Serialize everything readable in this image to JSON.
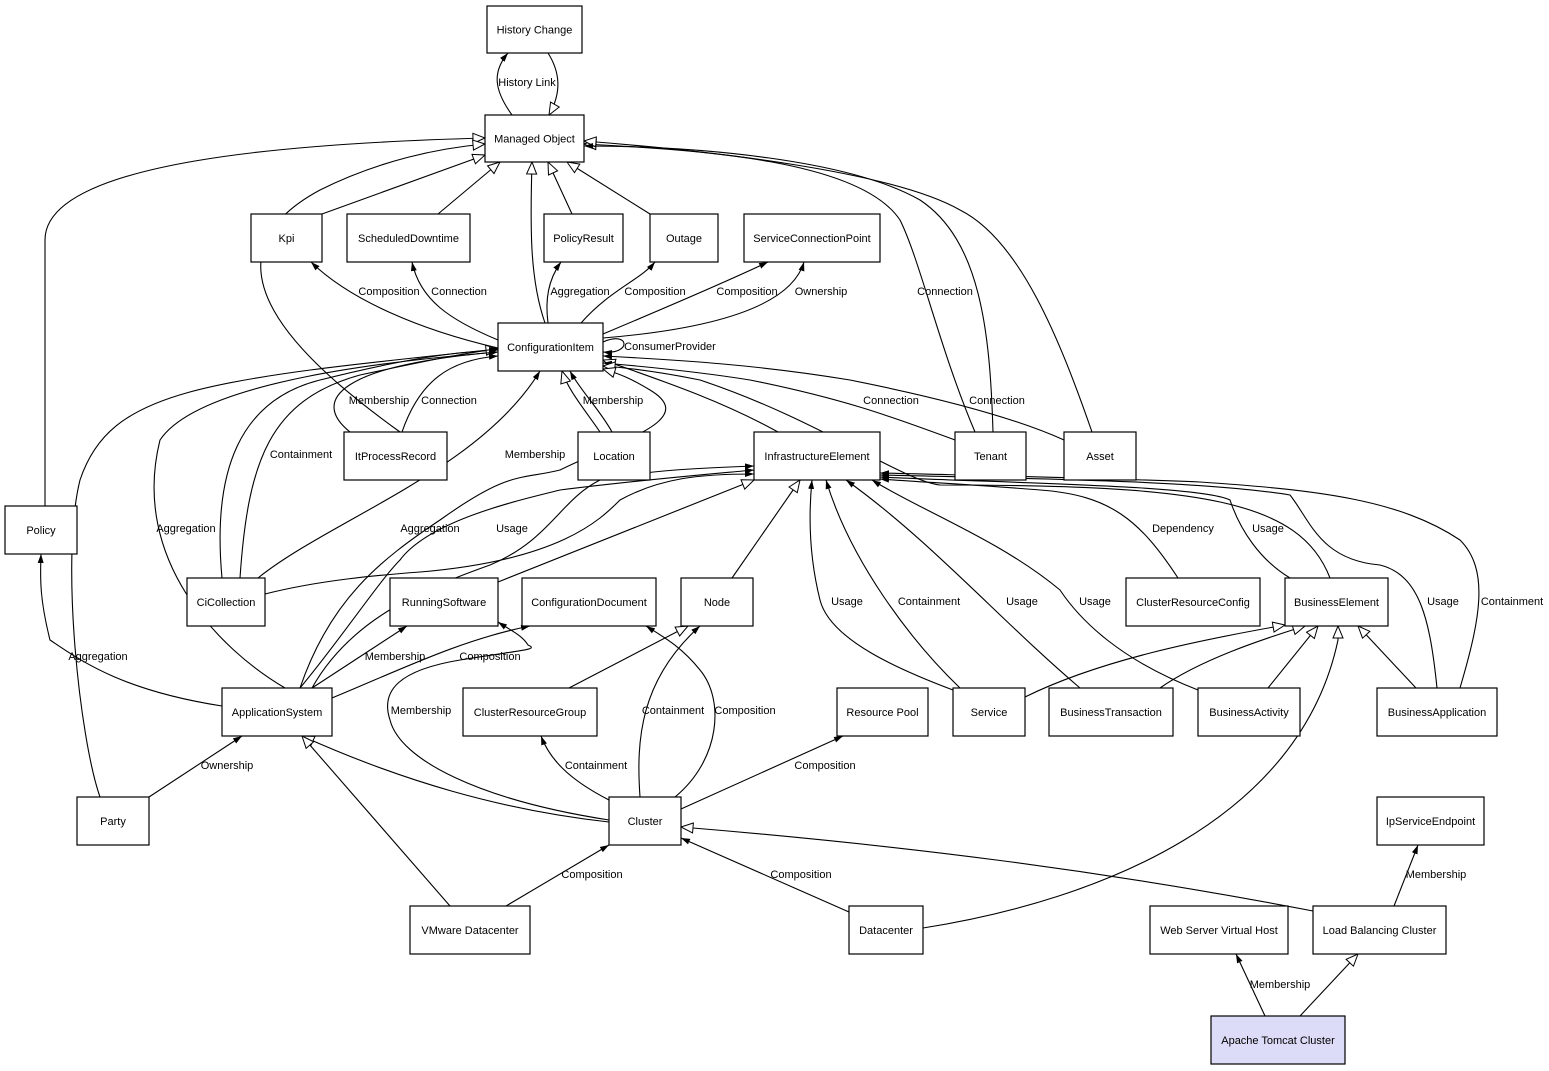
{
  "diagram": {
    "type": "class-relationship-graph",
    "colors": {
      "node_fill": "#ffffff",
      "node_stroke": "#000000",
      "highlight_fill": "#dcdcf8",
      "edge": "#000000"
    },
    "nodes": [
      {
        "id": "history_change",
        "label": "History Change"
      },
      {
        "id": "managed_object",
        "label": "Managed Object"
      },
      {
        "id": "kpi",
        "label": "Kpi"
      },
      {
        "id": "scheduled_downtime",
        "label": "ScheduledDowntime"
      },
      {
        "id": "policy_result",
        "label": "PolicyResult"
      },
      {
        "id": "outage",
        "label": "Outage"
      },
      {
        "id": "service_connection_point",
        "label": "ServiceConnectionPoint"
      },
      {
        "id": "configuration_item",
        "label": "ConfigurationItem"
      },
      {
        "id": "it_process_record",
        "label": "ItProcessRecord"
      },
      {
        "id": "location",
        "label": "Location"
      },
      {
        "id": "infrastructure_element",
        "label": "InfrastructureElement"
      },
      {
        "id": "tenant",
        "label": "Tenant"
      },
      {
        "id": "asset",
        "label": "Asset"
      },
      {
        "id": "policy",
        "label": "Policy"
      },
      {
        "id": "ci_collection",
        "label": "CiCollection"
      },
      {
        "id": "running_software",
        "label": "RunningSoftware"
      },
      {
        "id": "configuration_document",
        "label": "ConfigurationDocument"
      },
      {
        "id": "node",
        "label": "Node"
      },
      {
        "id": "cluster_resource_config",
        "label": "ClusterResourceConfig"
      },
      {
        "id": "business_element",
        "label": "BusinessElement"
      },
      {
        "id": "application_system",
        "label": "ApplicationSystem"
      },
      {
        "id": "cluster_resource_group",
        "label": "ClusterResourceGroup"
      },
      {
        "id": "resource_pool",
        "label": "Resource Pool"
      },
      {
        "id": "service",
        "label": "Service"
      },
      {
        "id": "business_transaction",
        "label": "BusinessTransaction"
      },
      {
        "id": "business_activity",
        "label": "BusinessActivity"
      },
      {
        "id": "business_application",
        "label": "BusinessApplication"
      },
      {
        "id": "party",
        "label": "Party"
      },
      {
        "id": "cluster",
        "label": "Cluster"
      },
      {
        "id": "ip_service_endpoint",
        "label": "IpServiceEndpoint"
      },
      {
        "id": "vmware_datacenter",
        "label": "VMware Datacenter"
      },
      {
        "id": "datacenter",
        "label": "Datacenter"
      },
      {
        "id": "web_server_virtual_host",
        "label": "Web Server Virtual Host"
      },
      {
        "id": "load_balancing_cluster",
        "label": "Load Balancing Cluster"
      },
      {
        "id": "apache_tomcat_cluster",
        "label": "Apache Tomcat Cluster",
        "highlighted": true
      }
    ],
    "edges": [
      {
        "from": "managed_object",
        "to": "history_change",
        "label": "History Link",
        "kind": "association"
      },
      {
        "from": "history_change",
        "to": "managed_object",
        "label": "",
        "kind": "inheritance"
      },
      {
        "from": "policy",
        "to": "managed_object",
        "label": "",
        "kind": "inheritance"
      },
      {
        "from": "it_process_record",
        "to": "managed_object",
        "label": "",
        "kind": "inheritance"
      },
      {
        "from": "kpi",
        "to": "managed_object",
        "label": "",
        "kind": "inheritance"
      },
      {
        "from": "scheduled_downtime",
        "to": "managed_object",
        "label": "",
        "kind": "inheritance"
      },
      {
        "from": "configuration_item",
        "to": "managed_object",
        "label": "",
        "kind": "inheritance"
      },
      {
        "from": "policy_result",
        "to": "managed_object",
        "label": "",
        "kind": "inheritance"
      },
      {
        "from": "outage",
        "to": "managed_object",
        "label": "",
        "kind": "inheritance"
      },
      {
        "from": "tenant",
        "to": "managed_object",
        "label": "",
        "kind": "inheritance"
      },
      {
        "from": "asset",
        "to": "managed_object",
        "label": "",
        "kind": "inheritance"
      },
      {
        "from": "tenant",
        "to": "managed_object",
        "label": "Connection",
        "kind": "association"
      },
      {
        "from": "configuration_item",
        "to": "kpi",
        "label": "Composition",
        "kind": "association"
      },
      {
        "from": "configuration_item",
        "to": "scheduled_downtime",
        "label": "Connection",
        "kind": "association"
      },
      {
        "from": "configuration_item",
        "to": "policy_result",
        "label": "Aggregation",
        "kind": "association"
      },
      {
        "from": "configuration_item",
        "to": "outage",
        "label": "Composition",
        "kind": "association"
      },
      {
        "from": "configuration_item",
        "to": "service_connection_point",
        "label": "Composition",
        "kind": "association"
      },
      {
        "from": "configuration_item",
        "to": "service_connection_point",
        "label": "Ownership",
        "kind": "association"
      },
      {
        "from": "configuration_item",
        "to": "configuration_item",
        "label": "ConsumerProvider",
        "kind": "association"
      },
      {
        "from": "it_process_record",
        "to": "configuration_item",
        "label": "Membership",
        "kind": "association"
      },
      {
        "from": "it_process_record",
        "to": "configuration_item",
        "label": "Connection",
        "kind": "association"
      },
      {
        "from": "location",
        "to": "configuration_item",
        "label": "",
        "kind": "inheritance"
      },
      {
        "from": "location",
        "to": "configuration_item",
        "label": "Membership",
        "kind": "association"
      },
      {
        "from": "ci_collection",
        "to": "configuration_item",
        "label": "Containment",
        "kind": "association"
      },
      {
        "from": "ci_collection",
        "to": "configuration_item",
        "label": "",
        "kind": "inheritance"
      },
      {
        "from": "ci_collection",
        "to": "configuration_item",
        "label": "Membership",
        "kind": "association"
      },
      {
        "from": "application_system",
        "to": "configuration_item",
        "label": "Aggregation",
        "kind": "association"
      },
      {
        "from": "party",
        "to": "configuration_item",
        "label": "",
        "kind": "association"
      },
      {
        "from": "infrastructure_element",
        "to": "configuration_item",
        "label": "",
        "kind": "inheritance"
      },
      {
        "from": "tenant",
        "to": "configuration_item",
        "label": "Connection",
        "kind": "association"
      },
      {
        "from": "asset",
        "to": "configuration_item",
        "label": "Connection",
        "kind": "association"
      },
      {
        "from": "business_element",
        "to": "configuration_item",
        "label": "",
        "kind": "inheritance"
      },
      {
        "from": "application_system",
        "to": "configuration_item",
        "label": "",
        "kind": "inheritance"
      },
      {
        "from": "application_system",
        "to": "policy",
        "label": "Aggregation",
        "kind": "association"
      },
      {
        "from": "application_system",
        "to": "infrastructure_element",
        "label": "Aggregation",
        "kind": "association"
      },
      {
        "from": "application_system",
        "to": "infrastructure_element",
        "label": "Usage",
        "kind": "association"
      },
      {
        "from": "ci_collection",
        "to": "infrastructure_element",
        "label": "",
        "kind": "association"
      },
      {
        "from": "running_software",
        "to": "infrastructure_element",
        "label": "",
        "kind": "inheritance"
      },
      {
        "from": "node",
        "to": "infrastructure_element",
        "label": "",
        "kind": "inheritance"
      },
      {
        "from": "service",
        "to": "infrastructure_element",
        "label": "Usage",
        "kind": "association"
      },
      {
        "from": "service",
        "to": "infrastructure_element",
        "label": "Containment",
        "kind": "association"
      },
      {
        "from": "business_transaction",
        "to": "infrastructure_element",
        "label": "Usage",
        "kind": "association"
      },
      {
        "from": "business_activity",
        "to": "infrastructure_element",
        "label": "Usage",
        "kind": "association"
      },
      {
        "from": "cluster_resource_config",
        "to": "infrastructure_element",
        "label": "Dependency",
        "kind": "association"
      },
      {
        "from": "business_element",
        "to": "infrastructure_element",
        "label": "Usage",
        "kind": "association"
      },
      {
        "from": "business_application",
        "to": "infrastructure_element",
        "label": "Usage",
        "kind": "association"
      },
      {
        "from": "business_application",
        "to": "infrastructure_element",
        "label": "Containment",
        "kind": "association"
      },
      {
        "from": "application_system",
        "to": "running_software",
        "label": "Membership",
        "kind": "association"
      },
      {
        "from": "application_system",
        "to": "configuration_document",
        "label": "Composition",
        "kind": "association"
      },
      {
        "from": "cluster_resource_group",
        "to": "node",
        "label": "",
        "kind": "inheritance"
      },
      {
        "from": "cluster",
        "to": "node",
        "label": "Containment",
        "kind": "association"
      },
      {
        "from": "cluster",
        "to": "configuration_document",
        "label": "Composition",
        "kind": "association"
      },
      {
        "from": "cluster",
        "to": "running_software",
        "label": "Membership",
        "kind": "association"
      },
      {
        "from": "cluster",
        "to": "cluster_resource_group",
        "label": "Containment",
        "kind": "association"
      },
      {
        "from": "cluster",
        "to": "resource_pool",
        "label": "Composition",
        "kind": "association"
      },
      {
        "from": "cluster",
        "to": "application_system",
        "label": "",
        "kind": "inheritance"
      },
      {
        "from": "party",
        "to": "application_system",
        "label": "Ownership",
        "kind": "association"
      },
      {
        "from": "vmware_datacenter",
        "to": "application_system",
        "label": "",
        "kind": "inheritance"
      },
      {
        "from": "vmware_datacenter",
        "to": "cluster",
        "label": "Composition",
        "kind": "association"
      },
      {
        "from": "datacenter",
        "to": "cluster",
        "label": "Composition",
        "kind": "association"
      },
      {
        "from": "datacenter",
        "to": "business_element",
        "label": "",
        "kind": "inheritance"
      },
      {
        "from": "service",
        "to": "business_element",
        "label": "",
        "kind": "inheritance"
      },
      {
        "from": "business_transaction",
        "to": "business_element",
        "label": "",
        "kind": "inheritance"
      },
      {
        "from": "business_activity",
        "to": "business_element",
        "label": "",
        "kind": "inheritance"
      },
      {
        "from": "business_application",
        "to": "business_element",
        "label": "",
        "kind": "inheritance"
      },
      {
        "from": "load_balancing_cluster",
        "to": "cluster",
        "label": "",
        "kind": "inheritance"
      },
      {
        "from": "load_balancing_cluster",
        "to": "ip_service_endpoint",
        "label": "Membership",
        "kind": "association"
      },
      {
        "from": "apache_tomcat_cluster",
        "to": "web_server_virtual_host",
        "label": "Membership",
        "kind": "association"
      },
      {
        "from": "apache_tomcat_cluster",
        "to": "load_balancing_cluster",
        "label": "",
        "kind": "inheritance"
      }
    ]
  }
}
